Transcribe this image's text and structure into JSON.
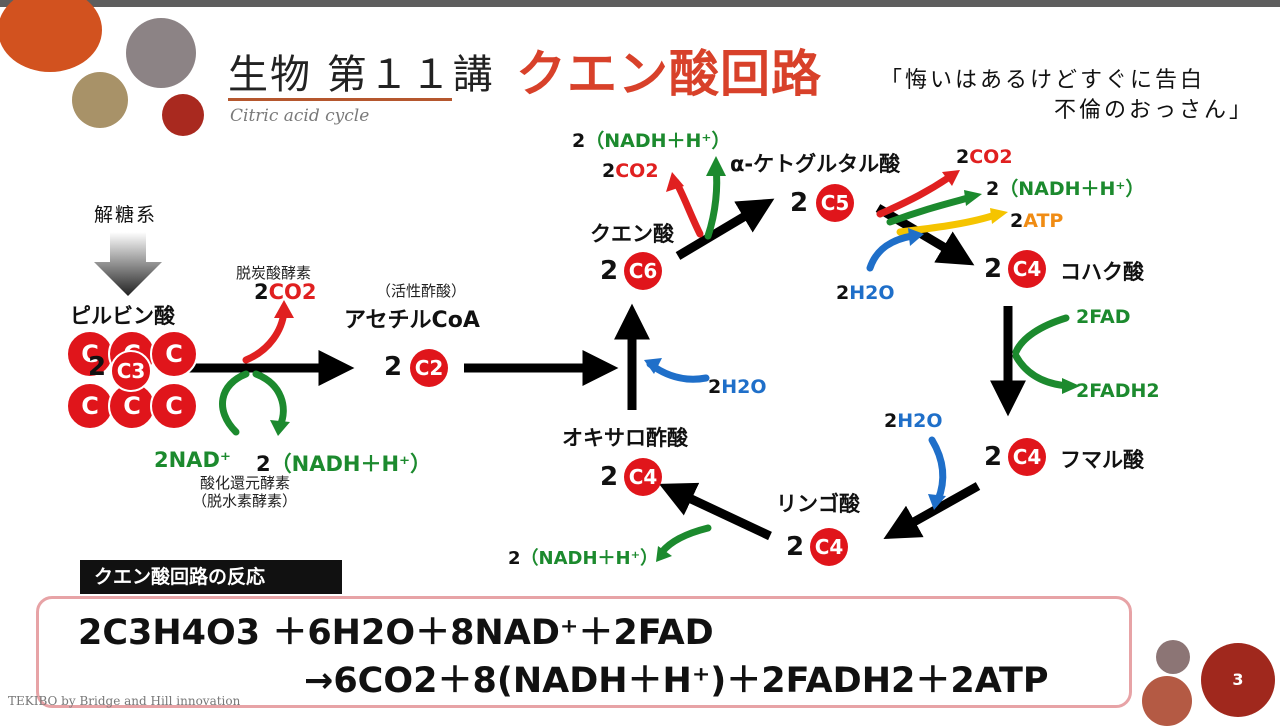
{
  "header": {
    "title_prefix": "生物 第１１講",
    "title_topic": "クエン酸回路",
    "subtitle": "Citric acid cycle",
    "mnemonic_line1": "「悔いはあるけどすぐに告白",
    "mnemonic_line2": "不倫のおっさん」"
  },
  "diagram": {
    "glycolysis": "解糖系",
    "pyruvate": "ピルビン酸",
    "coef_2": "2",
    "c3": "C3",
    "c_letter": "C",
    "decarboxylase": "脱炭酸酵素",
    "co2_pre": "2",
    "co2_main": "CO2",
    "active_acetate": "（活性酢酸）",
    "acetyl_coa": "アセチルCoA",
    "c2": "C2",
    "nad_plus": "2NAD⁺",
    "nadh_pre": "2",
    "nadh_main": "（NADH＋H⁺）",
    "oxidoreductase": "酸化還元酵素",
    "dehydrogenase": "（脱水素酵素）",
    "oxaloacetate": "オキサロ酢酸",
    "citrate": "クエン酸",
    "alpha_kg": "α-ケトグルタル酸",
    "succinate": "コハク酸",
    "fumarate": "フマル酸",
    "malate": "リンゴ酸",
    "c4": "C4",
    "c5": "C5",
    "c6": "C6",
    "h2o_pre": "2",
    "h2o_main": "H2O",
    "fad": "2FAD",
    "fadh2": "2FADH2",
    "atp_pre": "2",
    "atp_main": "ATP"
  },
  "reaction": {
    "tag": "クエン酸回路の反応",
    "line1": "2C3H4O3 ＋6H2O＋8NAD⁺＋2FAD",
    "line2": "→6CO2＋8(NADH＋H⁺)＋2FADH2＋2ATP"
  },
  "footer": "TEKIBO  by Bridge and Hill innovation",
  "page_number": "3",
  "colors": {
    "accent": "#d8412a",
    "badge": "#e0151b",
    "green": "#1c8a2e",
    "blue": "#1f6fc9",
    "red_arrow": "#e02020",
    "orange": "#f08c14",
    "box_border": "#e7a3a6"
  }
}
